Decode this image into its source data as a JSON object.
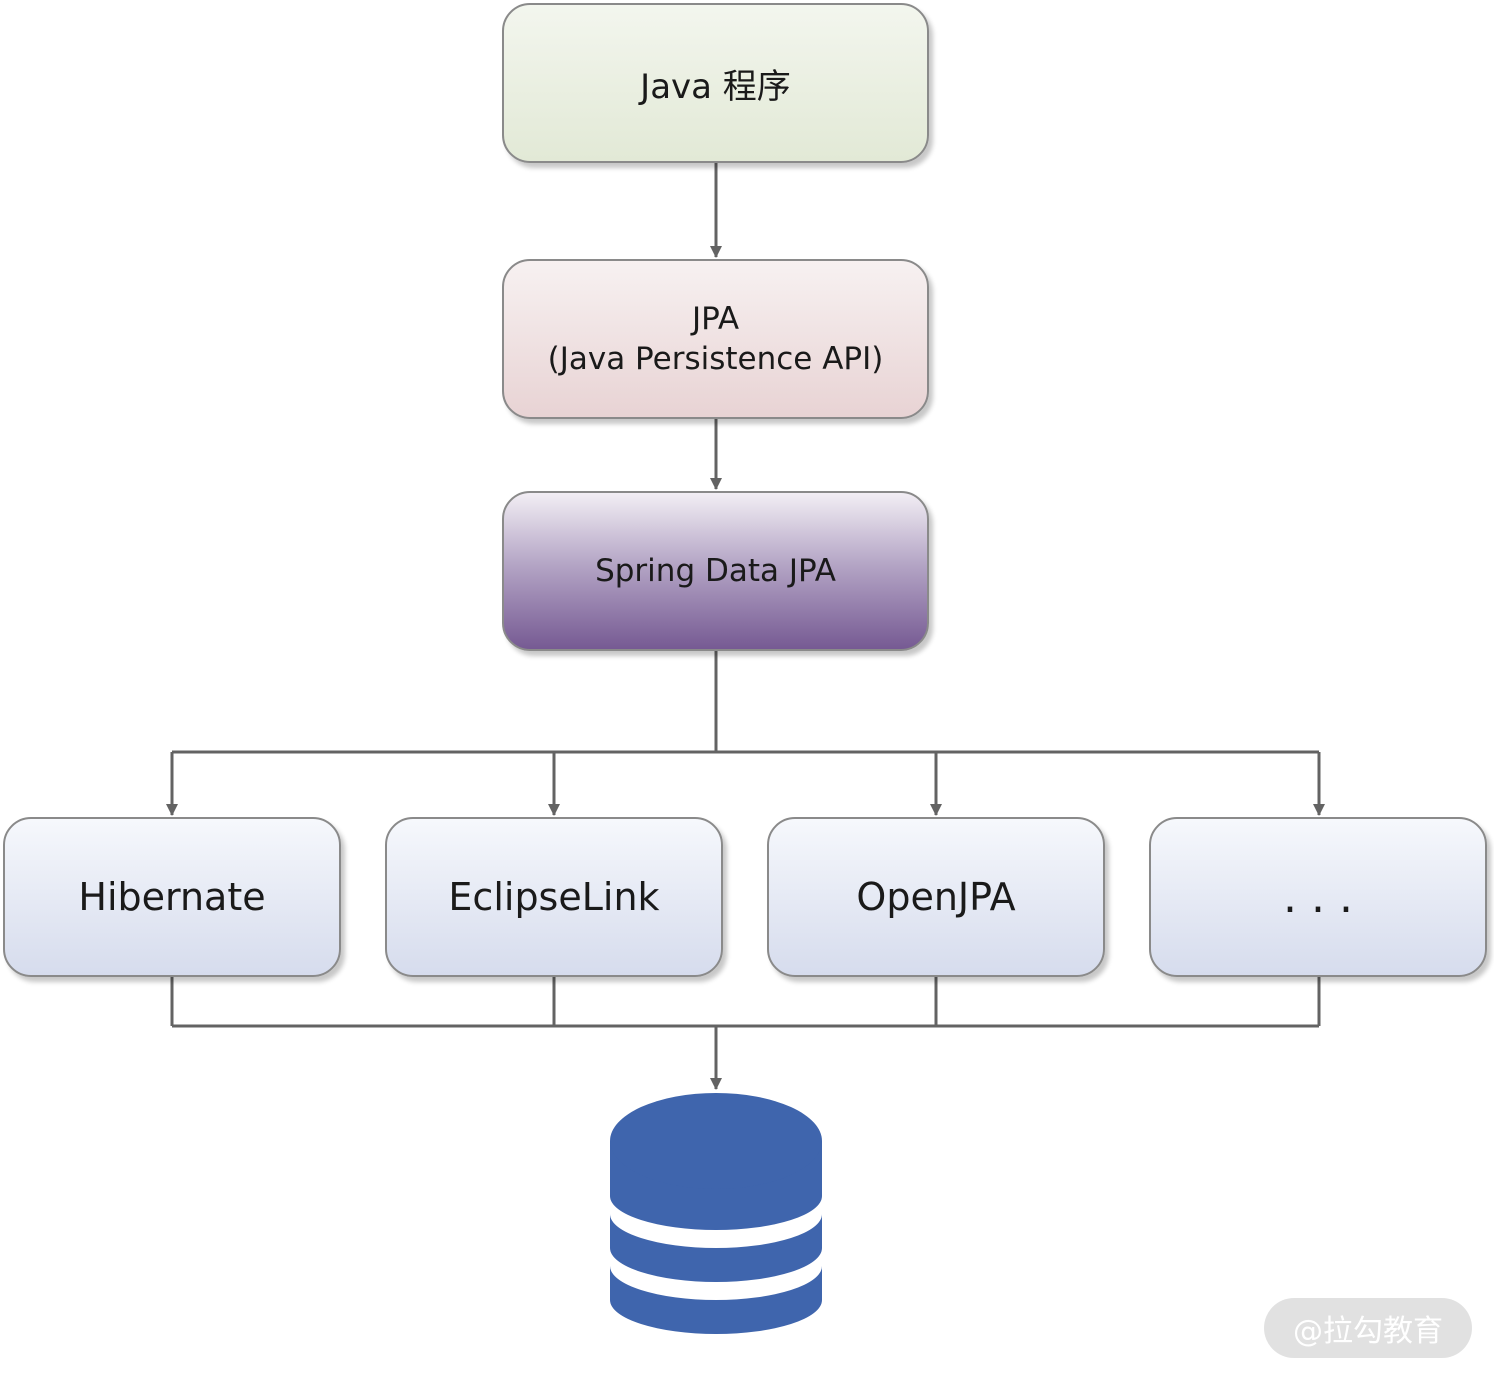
{
  "nodes": {
    "java_program": "Java 程序",
    "jpa": {
      "line1": "JPA",
      "line2": "(Java Persistence API)"
    },
    "spring_data_jpa": "Spring Data JPA",
    "implementations": [
      "Hibernate",
      "EclipseLink",
      "OpenJPA",
      "..."
    ]
  },
  "database_icon": "database-cylinder-icon",
  "watermark": "@拉勾教育",
  "colors": {
    "connector": "#636363",
    "database": "#3f65ad",
    "java_box": "#e2e9d6",
    "jpa_box": "#e8d3d4",
    "spring_box": "#765a93",
    "impl_box": "#d6dced"
  }
}
